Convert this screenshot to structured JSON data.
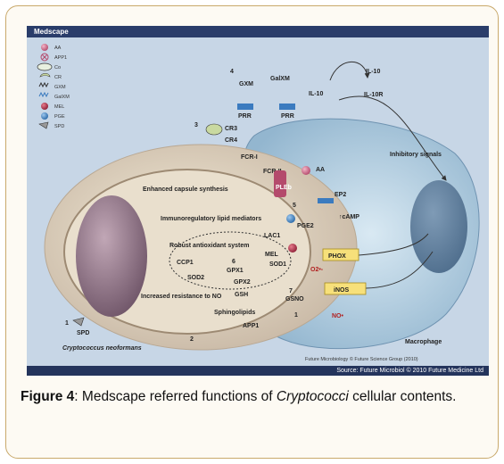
{
  "figure": {
    "header": "Medscape",
    "footer": "Source: Future Microbiol © 2010 Future Medicine Ltd",
    "credit": "Future Microbiology © Future Science Group (2010)",
    "legend": [
      {
        "label": "AA",
        "icon": "pink-sphere"
      },
      {
        "label": "APP1",
        "icon": "crossed-circle"
      },
      {
        "label": "Co",
        "icon": "co-oval"
      },
      {
        "label": "CR",
        "icon": "cr-crescent"
      },
      {
        "label": "GXM",
        "icon": "gxm-zigzag"
      },
      {
        "label": "GalXM",
        "icon": "galxm-zigzag"
      },
      {
        "label": "MEL",
        "icon": "red-sphere"
      },
      {
        "label": "PGE",
        "icon": "blue-sphere"
      },
      {
        "label": "SPD",
        "icon": "spd-shape"
      }
    ],
    "labels": {
      "gxm": "GXM",
      "galxm": "GalXM",
      "il10_a": "IL-10",
      "il10_b": "IL-10",
      "il10r": "IL-10R",
      "prr_a": "PRR",
      "prr_b": "PRR",
      "num4": "4",
      "num3": "3",
      "cr3": "CR3",
      "cr4": "CR4",
      "fcr1": "FCR-I",
      "fcr2": "FCR-II",
      "inhibitory": "Inhibitory signals",
      "pleb": "PLEb",
      "aa": "AA",
      "enhanced": "Enhanced capsule synthesis",
      "immuno": "Immunoregulatory lipid mediators",
      "num5": "5",
      "pge2": "PGE2",
      "ep2": "EP2",
      "camp": "↑cAMP",
      "lac1": "LAC1",
      "mel": "MEL",
      "robust": "Robust antioxidant system",
      "num6": "6",
      "ccp1": "CCP1",
      "gpx1": "GPX1",
      "sod1": "SOD1",
      "sod2": "SOD2",
      "gpx2": "GPX2",
      "o2": "O2•-",
      "phox": "PHOX",
      "gsh": "GSH",
      "num7": "7",
      "gsno": "GSNO",
      "inos": "iNOS",
      "increased": "Increased resistance to NO",
      "sphingo": "Sphingolipids",
      "num1a": "1",
      "spd": "SPD",
      "num1b": "1",
      "no": "NO•",
      "app1": "APP1",
      "crypto": "Cryptococcus neoformans",
      "num2": "2",
      "macrophage": "Macrophage"
    }
  },
  "caption": {
    "label": "Figure 4",
    "text_before": ": Medscape referred functions of ",
    "italic": "Cryptococci",
    "text_after": " cellular contents."
  }
}
